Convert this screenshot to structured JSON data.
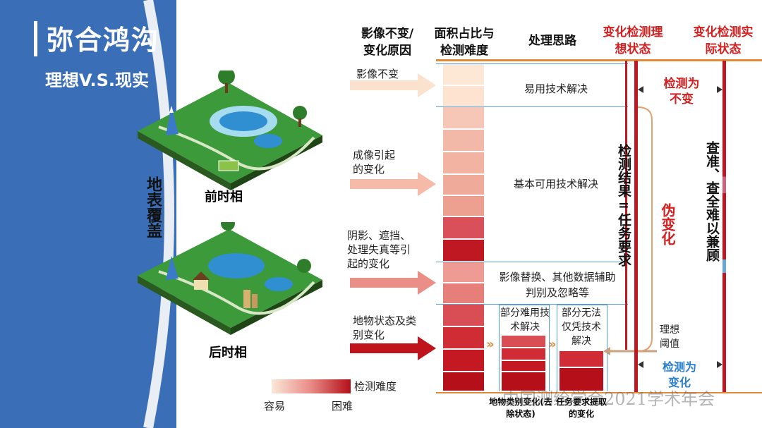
{
  "left": {
    "title": "弥合鸿沟",
    "subtitle": "理想V.S.现实",
    "side_label": "地表覆盖",
    "before_label": "前时相",
    "after_label": "后时相"
  },
  "headers": {
    "cause": "影像不变/变化原因",
    "area": "面积占比与检测难度",
    "approach": "处理思路",
    "ideal": "变化检测理想状态",
    "actual": "变化检测实际状态"
  },
  "causes": [
    "影像不变",
    "成像引起的变化",
    "阴影、遮挡、处理失真等引起的变化",
    "地物状态及类别变化"
  ],
  "approaches": [
    "易用技术解决",
    "基本可用技术解决",
    "影像替换、其他数据辅助判别及忽略等",
    "部分难用技术解决",
    "部分无法仅凭技术解决"
  ],
  "vertical": {
    "result": "检测结果=任务要求",
    "pseudo": "伪变化",
    "hard": "查准、查全难以兼顾"
  },
  "labels": {
    "detect_unchanged": "检测为不变",
    "detect_changed": "检测为变化",
    "threshold": "理想阈值",
    "bottom1": "地物类别变化(去除状态)",
    "bottom2": "任务要求提取的变化",
    "legend_title": "检测难度",
    "legend_easy": "容易",
    "legend_hard": "困难",
    "watermark": "中国测绘学会2021学术年会"
  },
  "colors": {
    "panel": "#3a6fb8",
    "accent_red": "#d42020",
    "accent_blue": "#2a7fcf",
    "orange": "#e08a3a"
  }
}
